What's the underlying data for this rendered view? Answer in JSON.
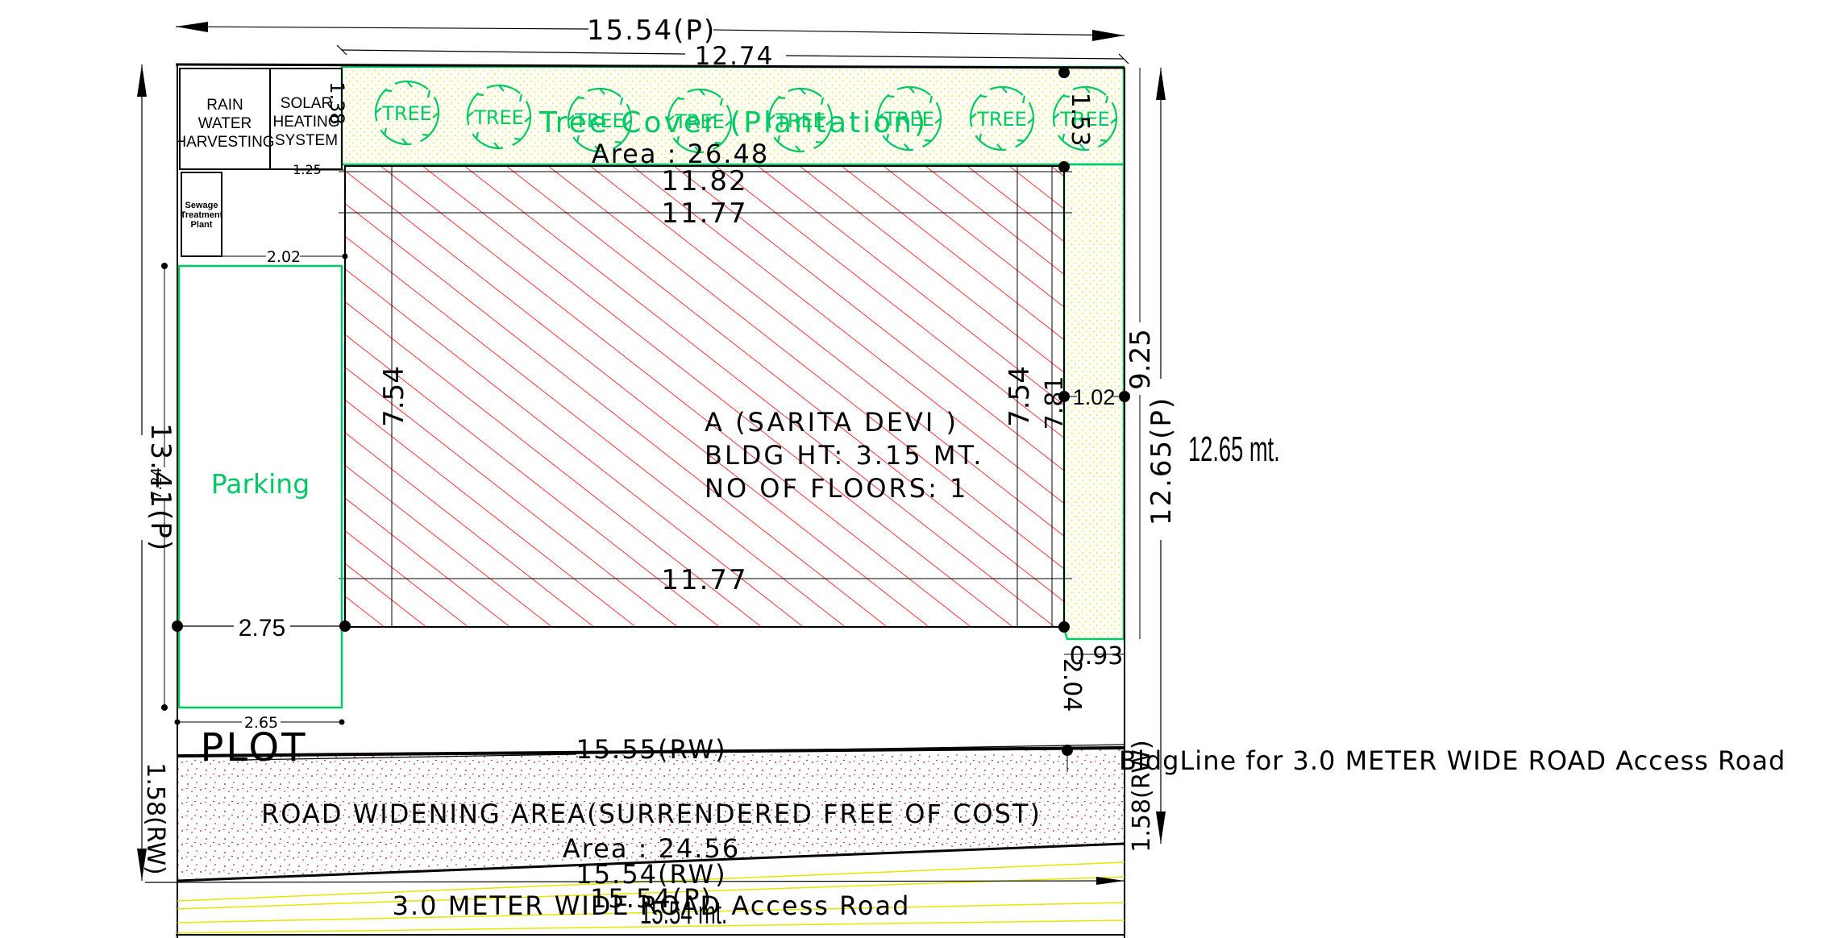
{
  "colors": {
    "dimension_line": "#000000",
    "setback_green": "#00c864",
    "building_hatch": "#ff0000",
    "road_line": "#e6e600",
    "road_dots": "#b40000",
    "setback_dots": "#e6e600"
  },
  "icons": {
    "tree": "tree-symbol",
    "dimension_node": "filled-dot"
  },
  "dimensions": {
    "plot_width_top": "15.54(P)",
    "front_setback_width": "12.74",
    "building_width_outer": "11.82",
    "building_width_inner_top": "11.77",
    "building_width_inner_bottom": "11.77",
    "building_height_left": "7.54",
    "building_height_right": "7.54",
    "building_height_right_outer": "7.81",
    "plot_depth_left": "13.41(P)",
    "parking_depth": "7.24",
    "plot_depth_right": "12.65(P)",
    "right_depth_inner": "9.25",
    "right_setback": "1.02",
    "tree_strip_depth": "1.53",
    "top_left_small": "1.25",
    "top_left_vertical": "1.38",
    "utility_gap": "2.02",
    "parking_width": "2.75",
    "parking_width_bottom": "2.65",
    "bottom_setback": "2.04",
    "right_bottom_offset": "0.93",
    "road_widening_left": "1.58(RW)",
    "road_widening_right": "1.58(RW)",
    "rw_width_top": "15.55(RW)",
    "rw_width_bottom": "15.54(RW)",
    "plot_width_bottom": "15.54(P)"
  },
  "labels": {
    "rain_water_line1": "RAIN",
    "rain_water_line2": "WATER",
    "rain_water_line3": "HARVESTING",
    "solar_line1": "SOLAR",
    "solar_line2": "HEATING",
    "solar_line3": "SYSTEM",
    "stp_line1": "Sewage",
    "stp_line2": "Treatment",
    "stp_line3": "Plant",
    "tree_cover": "Tree Cover (Plantation)",
    "tree_area": "Area : 26.48",
    "tree_symbol": "TREE",
    "parking": "Parking",
    "building_name": "A (SARITA DEVI )",
    "building_height": "BLDG HT: 3.15 MT.",
    "floors": "NO OF FLOORS: 1",
    "plot": "PLOT",
    "road_widening": "ROAD WIDENING AREA(SURRENDERED FREE OF COST)",
    "road_widening_area": "Area : 24.56",
    "building_line": "BldgLine for 3.0 METER WIDE ROAD Access Road",
    "access_road": "3.0 METER WIDE ROAD Access Road",
    "depth_mt": "12.65 mt.",
    "width_mt": "15.54 mt."
  }
}
